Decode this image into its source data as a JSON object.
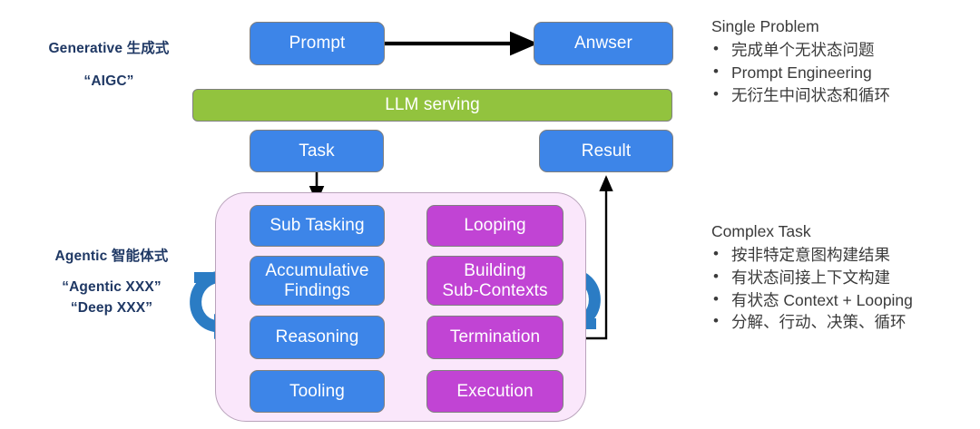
{
  "diagram": {
    "title_hidden": "",
    "colors": {
      "blue": "#3d85e8",
      "green": "#92c33e",
      "purple": "#c144d4",
      "pink_panel": "#fae7fb",
      "navy_label": "#1f3864",
      "loop_arrow": "#2b7cc4",
      "connector": "#000000",
      "body_text": "#3b3b3b"
    },
    "generative": {
      "label_line1": "Generative 生成式",
      "label_line2": "“AIGC”",
      "nodes": [
        {
          "id": "prompt",
          "label": "Prompt",
          "color": "blue"
        },
        {
          "id": "anwser",
          "label": "Anwser",
          "color": "blue"
        },
        {
          "id": "llm",
          "label": "LLM serving",
          "color": "green"
        },
        {
          "id": "task",
          "label": "Task",
          "color": "blue"
        },
        {
          "id": "result",
          "label": "Result",
          "color": "blue"
        }
      ]
    },
    "agentic": {
      "label_line1": "Agentic 智能体式",
      "label_line2": "“Agentic XXX”",
      "label_line3": "“Deep XXX”",
      "left_column": [
        {
          "id": "sub-tasking",
          "label": "Sub Tasking",
          "color": "blue"
        },
        {
          "id": "accumulative-findings",
          "label": "Accumulative\nFindings",
          "color": "blue"
        },
        {
          "id": "reasoning",
          "label": "Reasoning",
          "color": "blue"
        },
        {
          "id": "tooling",
          "label": "Tooling",
          "color": "blue"
        }
      ],
      "right_column": [
        {
          "id": "looping",
          "label": "Looping",
          "color": "purple"
        },
        {
          "id": "building-subctx",
          "label": "Building\nSub-Contexts",
          "color": "purple"
        },
        {
          "id": "termination",
          "label": "Termination",
          "color": "purple"
        },
        {
          "id": "execution",
          "label": "Execution",
          "color": "purple"
        }
      ]
    },
    "notes": {
      "single_problem": {
        "title": "Single Problem",
        "items": [
          "完成单个无状态问题",
          "Prompt Engineering",
          "无衍生中间状态和循环"
        ]
      },
      "complex_task": {
        "title": "Complex Task",
        "items": [
          "按非特定意图构建结果",
          "有状态间接上下文构建",
          "有状态 Context + Looping",
          "分解、行动、决策、循环"
        ]
      }
    },
    "icons": {
      "loop_left": "circular-loop-arrow-icon",
      "loop_right": "circular-loop-arrow-icon",
      "arrow_prompt_to_anwser": "arrow-right-icon",
      "arrow_task_to_subtasking": "arrow-down-icon",
      "arrow_termination_to_result": "arrow-up-icon"
    }
  }
}
